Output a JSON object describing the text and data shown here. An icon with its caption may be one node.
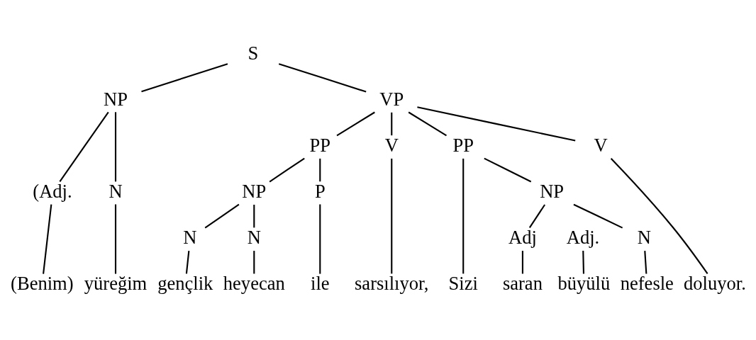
{
  "diagram": {
    "nodes": [
      {
        "text": [
          "S"
        ]
      },
      {
        "text": [
          "NP"
        ]
      },
      {
        "text": [
          "VP"
        ]
      },
      {
        "text": [
          "PP"
        ]
      },
      {
        "text": [
          "V"
        ]
      },
      {
        "text": [
          "PP"
        ]
      },
      {
        "text": [
          "V"
        ]
      },
      {
        "text": [
          "NP"
        ]
      },
      {
        "text": [
          "(Adj."
        ]
      },
      {
        "text": [
          "N"
        ]
      },
      {
        "text": [
          "NP"
        ]
      },
      {
        "text": [
          "P"
        ]
      },
      {
        "text": [
          "N"
        ]
      },
      {
        "text": [
          "N"
        ]
      },
      {
        "text": [
          "Adj"
        ]
      },
      {
        "text": [
          "Adj."
        ]
      },
      {
        "text": [
          "N"
        ]
      },
      {
        "text": [
          "(Benim)"
        ]
      },
      {
        "text": [
          "yüreğim"
        ]
      },
      {
        "text": [
          "gençlik"
        ]
      },
      {
        "text": [
          "heyecan"
        ]
      },
      {
        "text": [
          "ile"
        ]
      },
      {
        "text": [
          "sarsılıyor,"
        ]
      },
      {
        "text": [
          "Sizi"
        ]
      },
      {
        "text": [
          "saran"
        ]
      },
      {
        "text": [
          "büyülü"
        ]
      },
      {
        "text": [
          "nefesle"
        ]
      },
      {
        "text": [
          "doluyor."
        ]
      }
    ],
    "edges": [
      {
        "from": 0,
        "to": 1,
        "arrow": "none"
      },
      {
        "from": 0,
        "to": 2,
        "arrow": "none"
      },
      {
        "from": 1,
        "to": 8,
        "arrow": "none"
      },
      {
        "from": 1,
        "to": 9,
        "arrow": "none"
      },
      {
        "from": 2,
        "to": 3,
        "arrow": "none"
      },
      {
        "from": 2,
        "to": 4,
        "arrow": "none"
      },
      {
        "from": 2,
        "to": 5,
        "arrow": "none"
      },
      {
        "from": 2,
        "to": 6,
        "arrow": "none"
      },
      {
        "from": 5,
        "to": 7,
        "arrow": "none"
      },
      {
        "from": 3,
        "to": 10,
        "arrow": "none"
      },
      {
        "from": 3,
        "to": 11,
        "arrow": "none"
      },
      {
        "from": 10,
        "to": 12,
        "arrow": "none"
      },
      {
        "from": 10,
        "to": 13,
        "arrow": "none"
      },
      {
        "from": 7,
        "to": 14,
        "arrow": "none"
      },
      {
        "from": 7,
        "to": 16,
        "arrow": "none"
      },
      {
        "from": 8,
        "to": 17,
        "arrow": "none"
      },
      {
        "from": 9,
        "to": 18,
        "arrow": "none"
      },
      {
        "from": 12,
        "to": 19,
        "arrow": "none"
      },
      {
        "from": 13,
        "to": 20,
        "arrow": "none"
      },
      {
        "from": 11,
        "to": 21,
        "arrow": "none"
      },
      {
        "from": 4,
        "to": 22,
        "arrow": "none"
      },
      {
        "from": 5,
        "to": 23,
        "arrow": "none"
      },
      {
        "from": 14,
        "to": 24,
        "arrow": "none"
      },
      {
        "from": 15,
        "to": 25,
        "arrow": "none"
      },
      {
        "from": 16,
        "to": 26,
        "arrow": "none"
      },
      {
        "from": 6,
        "to": 27,
        "arrow": "none"
      }
    ]
  }
}
